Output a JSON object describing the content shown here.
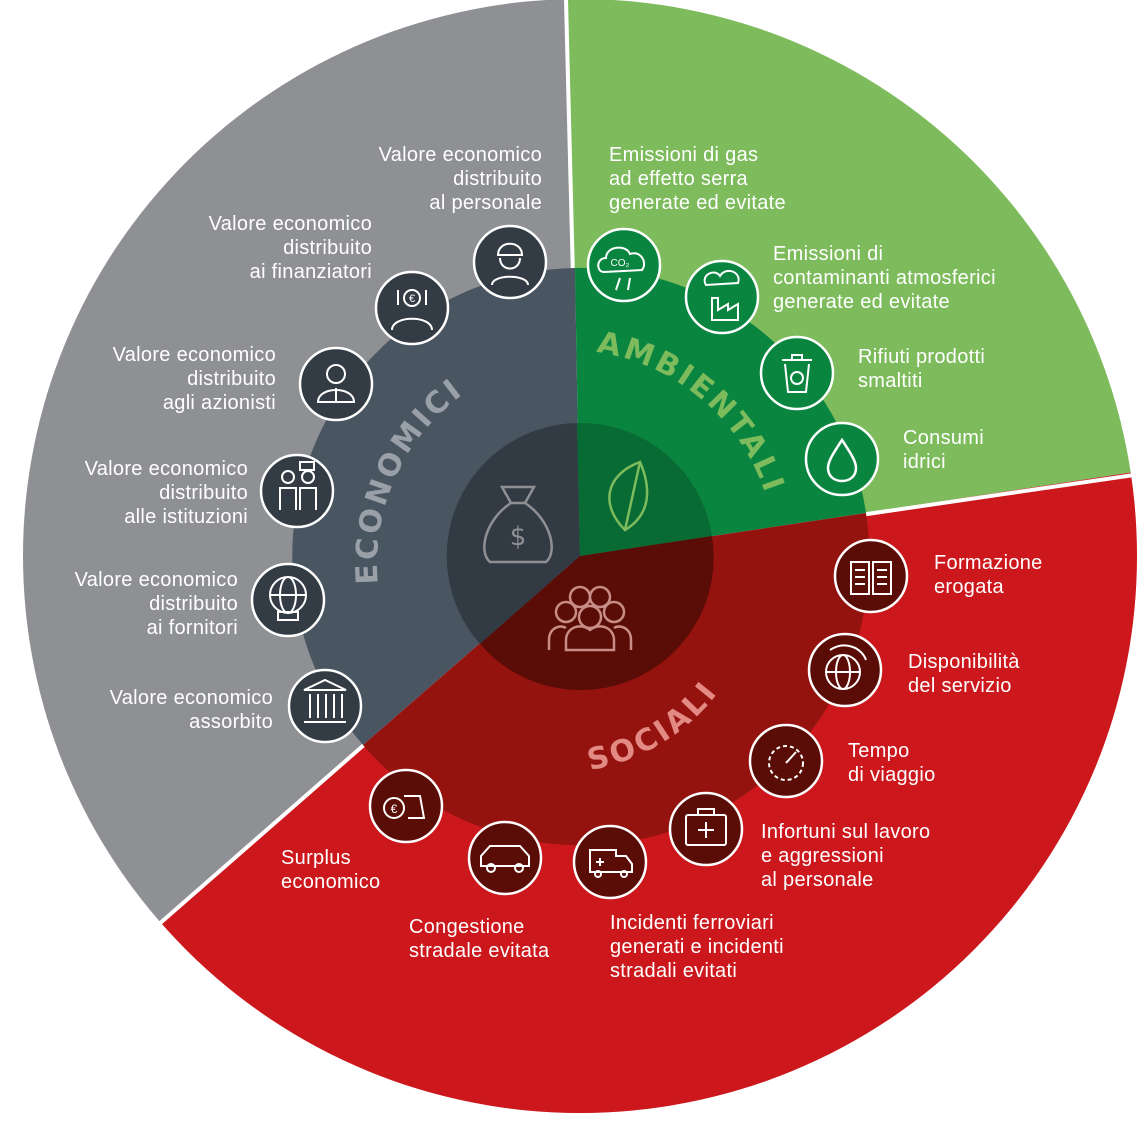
{
  "sectors": {
    "economic": {
      "title": "ECONOMICI",
      "color_outer": "#8f9094",
      "color_ring": "#4a5562"
    },
    "environmental": {
      "title": "AMBIENTALI",
      "color_outer": "#7dbb5d",
      "color_ring": "#0a8540"
    },
    "social": {
      "title": "SOCIALI",
      "color_outer": "#cc171c",
      "color_ring": "#95130f"
    }
  },
  "center_icons": {
    "economic": "money-bag-icon",
    "environmental": "leaf-icon",
    "social": "people-group-icon"
  },
  "items": {
    "eco_personale": {
      "label": "Valore economico\ndistribuito\nal personale",
      "icon": "worker-icon"
    },
    "eco_finanziatori": {
      "label": "Valore economico\ndistribuito\nai finanziatori",
      "icon": "financier-icon"
    },
    "eco_azionisti": {
      "label": "Valore economico\ndistribuito\nagli azionisti",
      "icon": "shareholder-icon"
    },
    "eco_istituzioni": {
      "label": "Valore economico\ndistribuito\nalle istituzioni",
      "icon": "institution-people-icon"
    },
    "eco_fornitori": {
      "label": "Valore economico\ndistribuito\nai fornitori",
      "icon": "supplier-globe-icon"
    },
    "eco_assorbito": {
      "label": "Valore economico\nassorbito",
      "icon": "bank-building-icon"
    },
    "env_gas": {
      "label": "Emissioni di gas\nad effetto serra\ngenerate ed evitate",
      "icon": "co2-cloud-icon"
    },
    "env_contaminanti": {
      "label": "Emissioni di\ncontaminanti atmosferici\ngenerate ed evitate",
      "icon": "factory-smoke-icon"
    },
    "env_rifiuti": {
      "label": "Rifiuti prodotti\nsmaltiti",
      "icon": "recycle-bin-icon"
    },
    "env_idrici": {
      "label": "Consumi\nidrici",
      "icon": "water-drop-icon"
    },
    "soc_formazione": {
      "label": "Formazione\nerogata",
      "icon": "open-book-icon"
    },
    "soc_servizio": {
      "label": "Disponibilità\ndel servizio",
      "icon": "globe-arrow-icon"
    },
    "soc_tempo": {
      "label": "Tempo\ndi viaggio",
      "icon": "stopwatch-icon"
    },
    "soc_infortuni": {
      "label": "Infortuni sul lavoro\ne aggressioni\nal personale",
      "icon": "first-aid-kit-icon"
    },
    "soc_incidenti": {
      "label": "Incidenti ferroviari\ngenerati e incidenti\nstradali evitati",
      "icon": "ambulance-icon"
    },
    "soc_congestione": {
      "label": "Congestione\nstradale evitata",
      "icon": "car-icon"
    },
    "soc_surplus": {
      "label": "Surplus\neconomico",
      "icon": "euro-coins-icon"
    }
  }
}
